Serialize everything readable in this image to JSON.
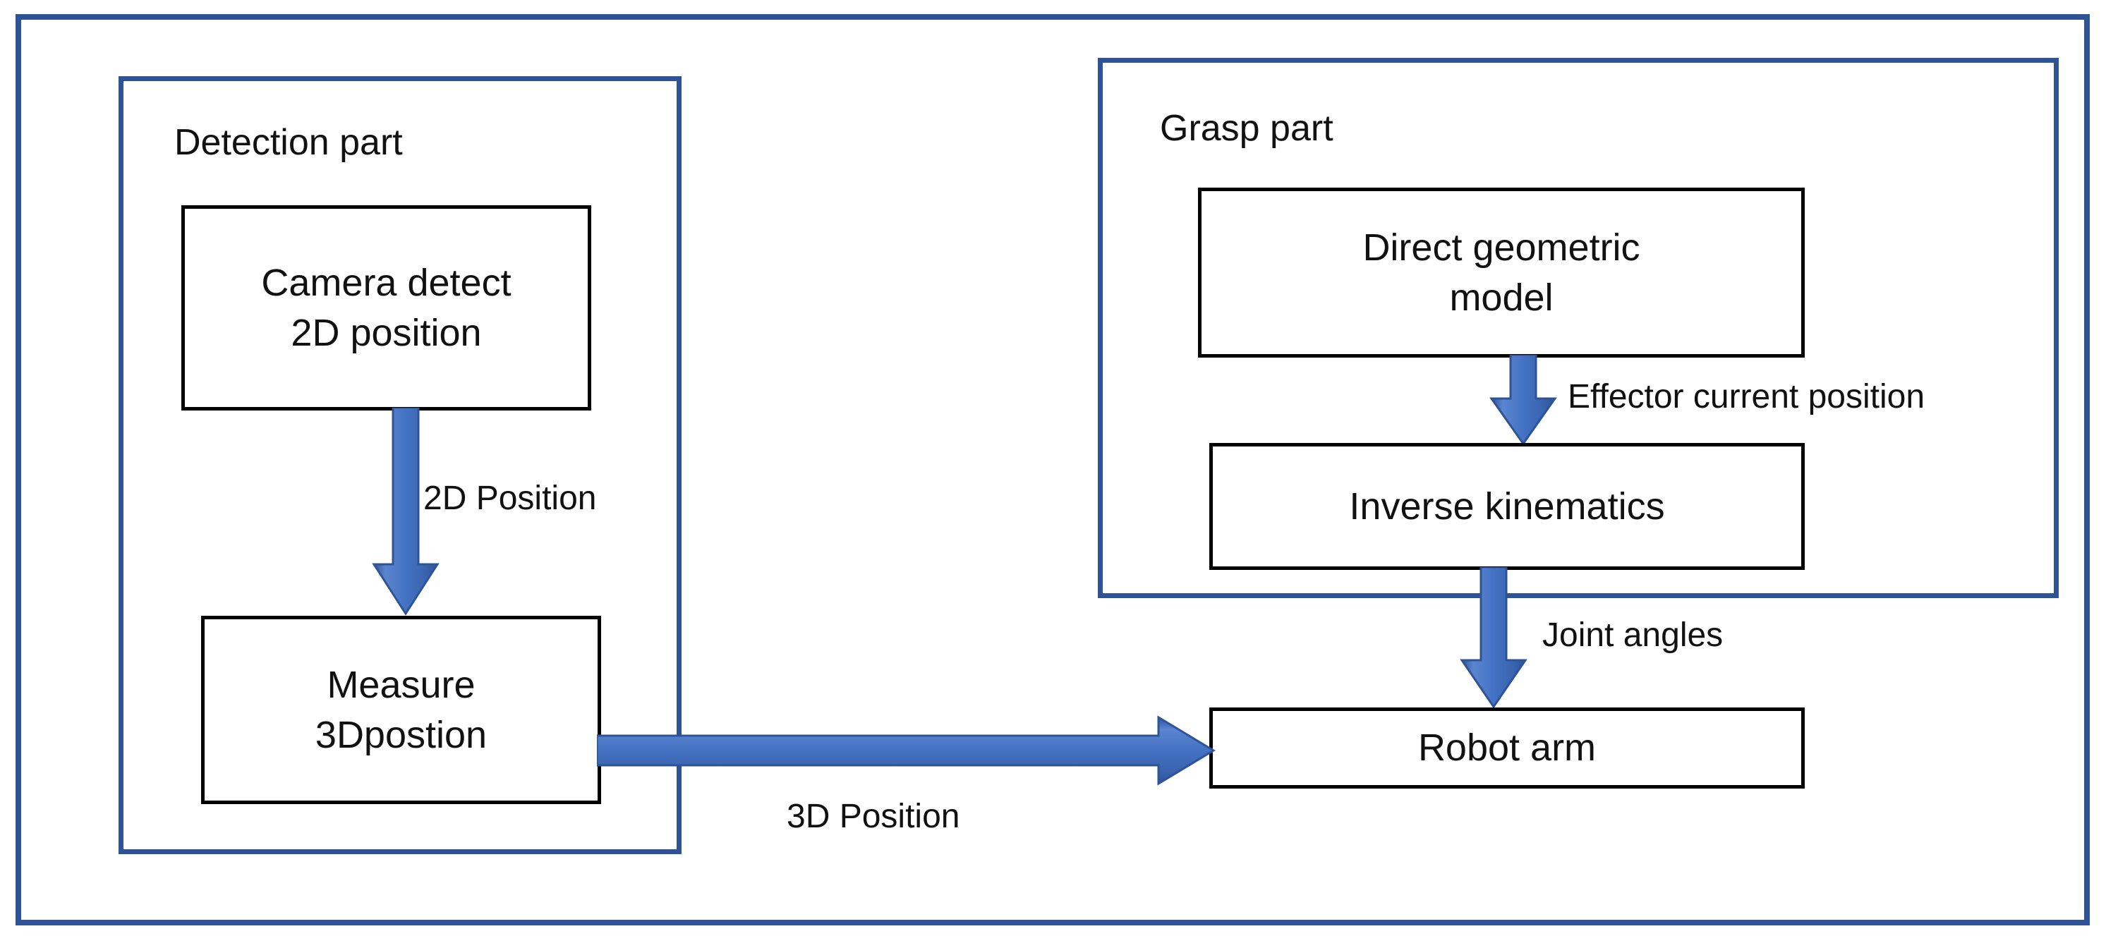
{
  "diagram": {
    "title": "Robot vision-guided grasping pipeline block diagram",
    "colors": {
      "frame_blue": "#2f5496",
      "arrow_blue": "#4472c4",
      "arrow_blue_dark": "#2e5496",
      "box_border": "#000000",
      "background": "#ffffff",
      "text": "#111111"
    },
    "groups": [
      {
        "id": "detection",
        "label": "Detection part"
      },
      {
        "id": "grasp",
        "label": "Grasp part"
      }
    ],
    "nodes": [
      {
        "id": "camera-detect",
        "line1": "Camera detect",
        "line2": "2D position"
      },
      {
        "id": "measure-3d",
        "line1": "Measure",
        "line2": "3Dpostion"
      },
      {
        "id": "direct-geometric-model",
        "line1": "Direct geometric",
        "line2": "model"
      },
      {
        "id": "inverse-kinematics",
        "line1": "Inverse kinematics",
        "line2": ""
      },
      {
        "id": "robot-arm",
        "line1": "Robot arm",
        "line2": ""
      }
    ],
    "edges": [
      {
        "id": "camera-to-measure",
        "label": "2D Position",
        "from": "camera-detect",
        "to": "measure-3d",
        "direction": "down"
      },
      {
        "id": "measure-to-robot",
        "label": "3D Position",
        "from": "measure-3d",
        "to": "robot-arm",
        "direction": "right"
      },
      {
        "id": "dgm-to-ik",
        "label": "Effector current position",
        "from": "direct-geometric-model",
        "to": "inverse-kinematics",
        "direction": "down"
      },
      {
        "id": "ik-to-robot",
        "label": "Joint angles",
        "from": "inverse-kinematics",
        "to": "robot-arm",
        "direction": "down"
      }
    ]
  }
}
